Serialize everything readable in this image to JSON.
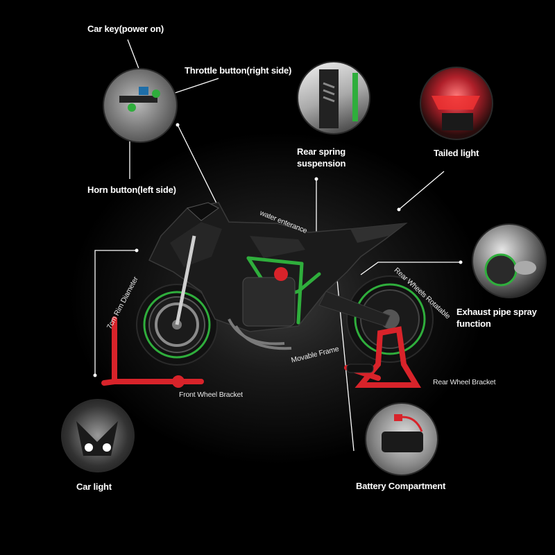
{
  "labels": {
    "car_key": "Car key(power on)",
    "throttle": "Throttle button(right side)",
    "horn": "Horn button(left side)",
    "rear_spring_l1": "Rear spring",
    "rear_spring_l2": "suspension",
    "tail_light": "Tailed light",
    "water_entrance": "water enterance",
    "rim_diameter": "7cm Rim Diameter",
    "rear_wheels_rotatable": "Rear Wheels Rotatable",
    "exhaust_l1": "Exhaust pipe spray",
    "exhaust_l2": "function",
    "movable_frame": "Movable Frame",
    "front_bracket": "Front Wheel Bracket",
    "rear_bracket": "Rear Wheel Bracket",
    "car_light": "Car light",
    "battery": "Battery Compartment"
  },
  "colors": {
    "background": "#000000",
    "frame_green": "#2fae3c",
    "stand_red": "#d8232a",
    "body_black": "#1b1b1b",
    "callout_line": "#ffffff"
  }
}
